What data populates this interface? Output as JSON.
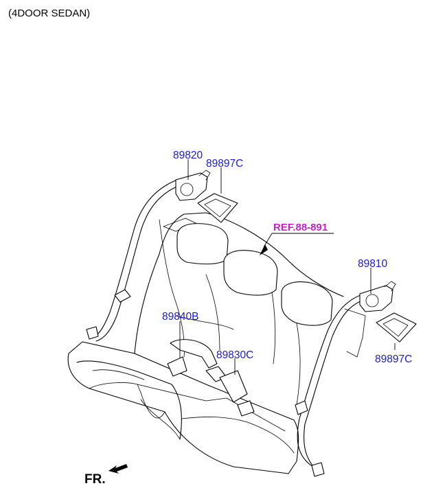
{
  "header": {
    "title": "(4DOOR SEDAN)"
  },
  "labels": {
    "p89820": "89820",
    "p89897c_top": "89897C",
    "ref": "REF.88-891",
    "p89810": "89810",
    "p89840b": "89840B",
    "p89830c": "89830C",
    "p89897c_right": "89897C"
  },
  "direction": {
    "text": "FR."
  },
  "colors": {
    "part_label": "#1a1ad6",
    "ref_label": "#c81ec8",
    "line": "#000000"
  }
}
